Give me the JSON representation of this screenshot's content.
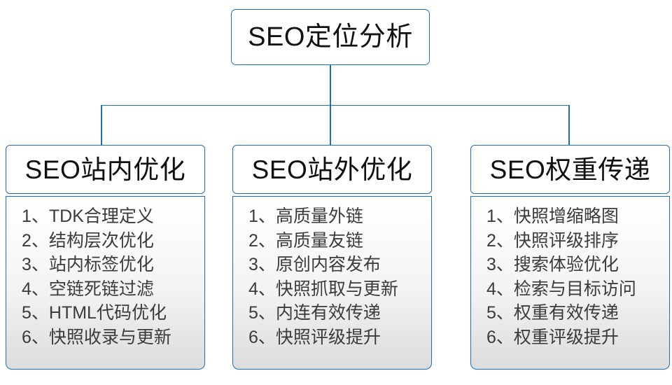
{
  "diagram": {
    "type": "organization-tree",
    "root": {
      "title": "SEO定位分析"
    },
    "theme": {
      "border_color": "#1f6fb5",
      "connector_color": "#1f6fb5",
      "header_text_color": "#101010",
      "item_text_color": "#3b3b3b",
      "header_fill": "#ffffff",
      "body_fill_top": "#ffffff",
      "body_fill_bottom": "#dcdcdc"
    },
    "branches": [
      {
        "title": "SEO站内优化",
        "items": [
          {
            "index": "1、",
            "label": "TDK合理定义"
          },
          {
            "index": "2、",
            "label": "结构层次优化"
          },
          {
            "index": "3、",
            "label": "站内标签优化"
          },
          {
            "index": "4、",
            "label": "空链死链过滤"
          },
          {
            "index": "5、",
            "label": "HTML代码优化"
          },
          {
            "index": "6、",
            "label": "快照收录与更新"
          }
        ]
      },
      {
        "title": "SEO站外优化",
        "items": [
          {
            "index": "1、",
            "label": "高质量外链"
          },
          {
            "index": "2、",
            "label": "高质量友链"
          },
          {
            "index": "3、",
            "label": "原创内容发布"
          },
          {
            "index": "4、",
            "label": "快照抓取与更新"
          },
          {
            "index": "5、",
            "label": "内连有效传递"
          },
          {
            "index": "6、",
            "label": "快照评级提升"
          }
        ]
      },
      {
        "title": "SEO权重传递",
        "items": [
          {
            "index": "1、",
            "label": "快照增缩略图"
          },
          {
            "index": "2、",
            "label": "快照评级排序"
          },
          {
            "index": "3、",
            "label": "搜索体验优化"
          },
          {
            "index": "4、",
            "label": "检索与目标访问"
          },
          {
            "index": "5、",
            "label": "权重有效传递"
          },
          {
            "index": "6、",
            "label": "权重评级提升"
          }
        ]
      }
    ]
  }
}
